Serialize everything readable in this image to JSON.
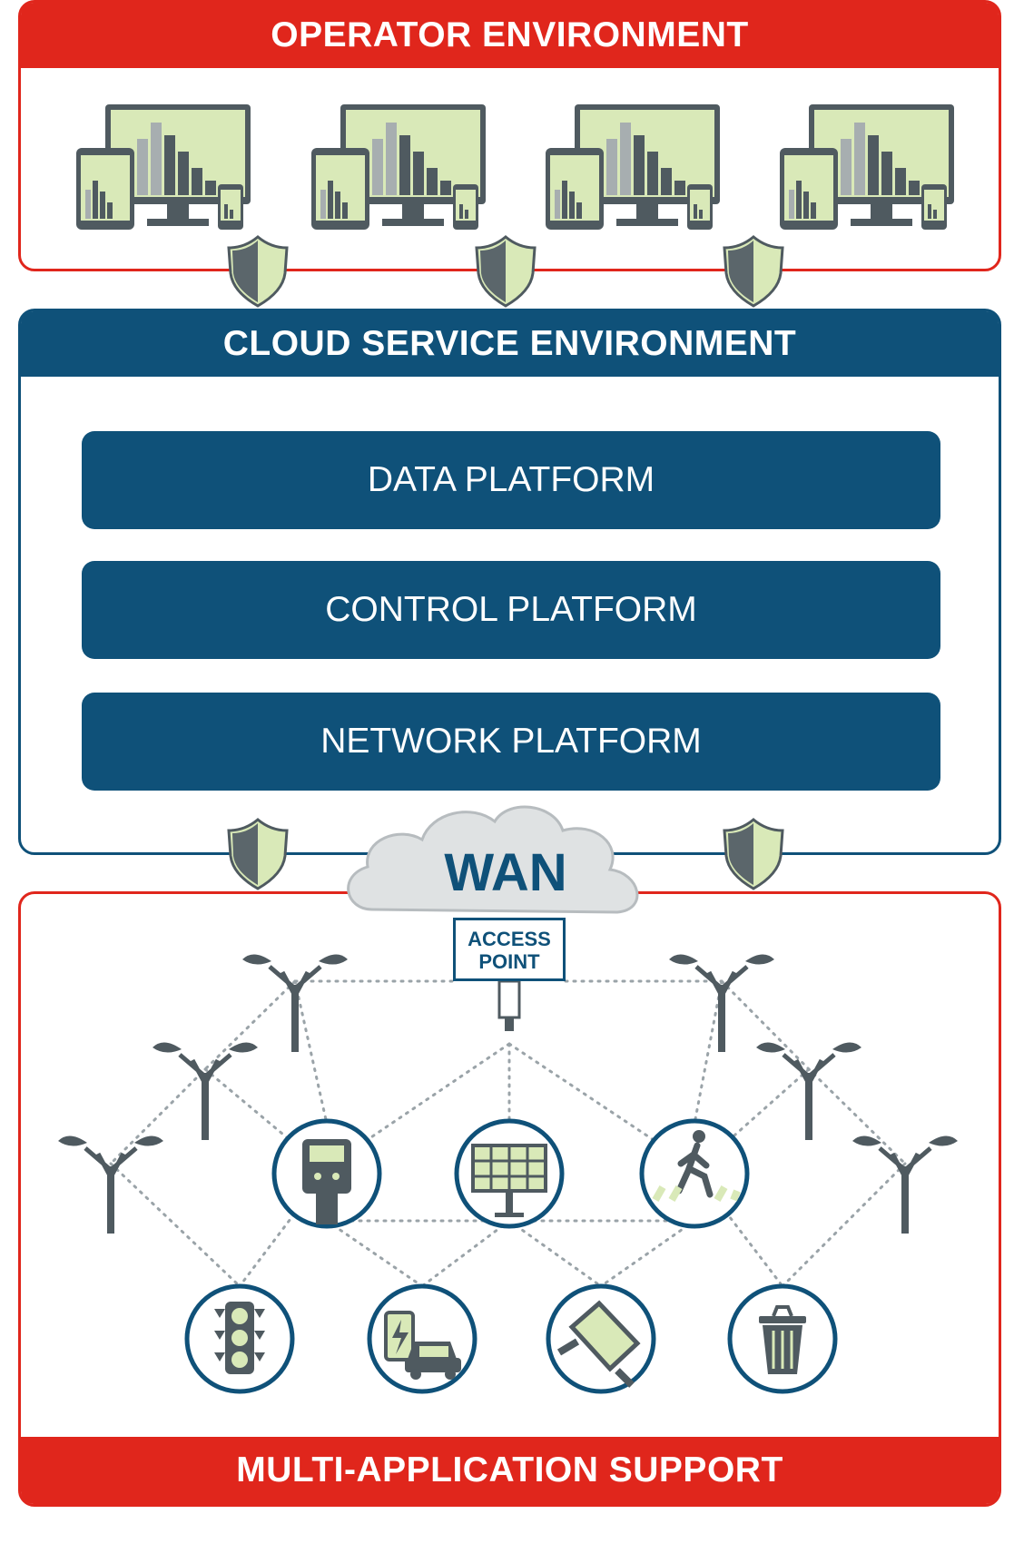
{
  "operator_environment": {
    "title": "OPERATOR ENVIRONMENT"
  },
  "cloud_service_environment": {
    "title": "CLOUD SERVICE ENVIRONMENT",
    "platforms": [
      "DATA PLATFORM",
      "CONTROL PLATFORM",
      "NETWORK PLATFORM"
    ]
  },
  "wan": {
    "label": "WAN",
    "access_point": [
      "ACCESS",
      "POINT"
    ]
  },
  "application_area": {
    "title": "MULTI-APPLICATION SUPPORT",
    "application_icons": [
      "parking-meter-icon",
      "solar-panel-icon",
      "pedestrian-crossing-icon",
      "traffic-light-icon",
      "ev-charging-icon",
      "digital-signage-icon",
      "waste-bin-icon"
    ]
  },
  "colors": {
    "red": "#e0261c",
    "navy": "#0f5179",
    "screen_green": "#d9e9b8",
    "device_gray": "#4f5a60"
  }
}
